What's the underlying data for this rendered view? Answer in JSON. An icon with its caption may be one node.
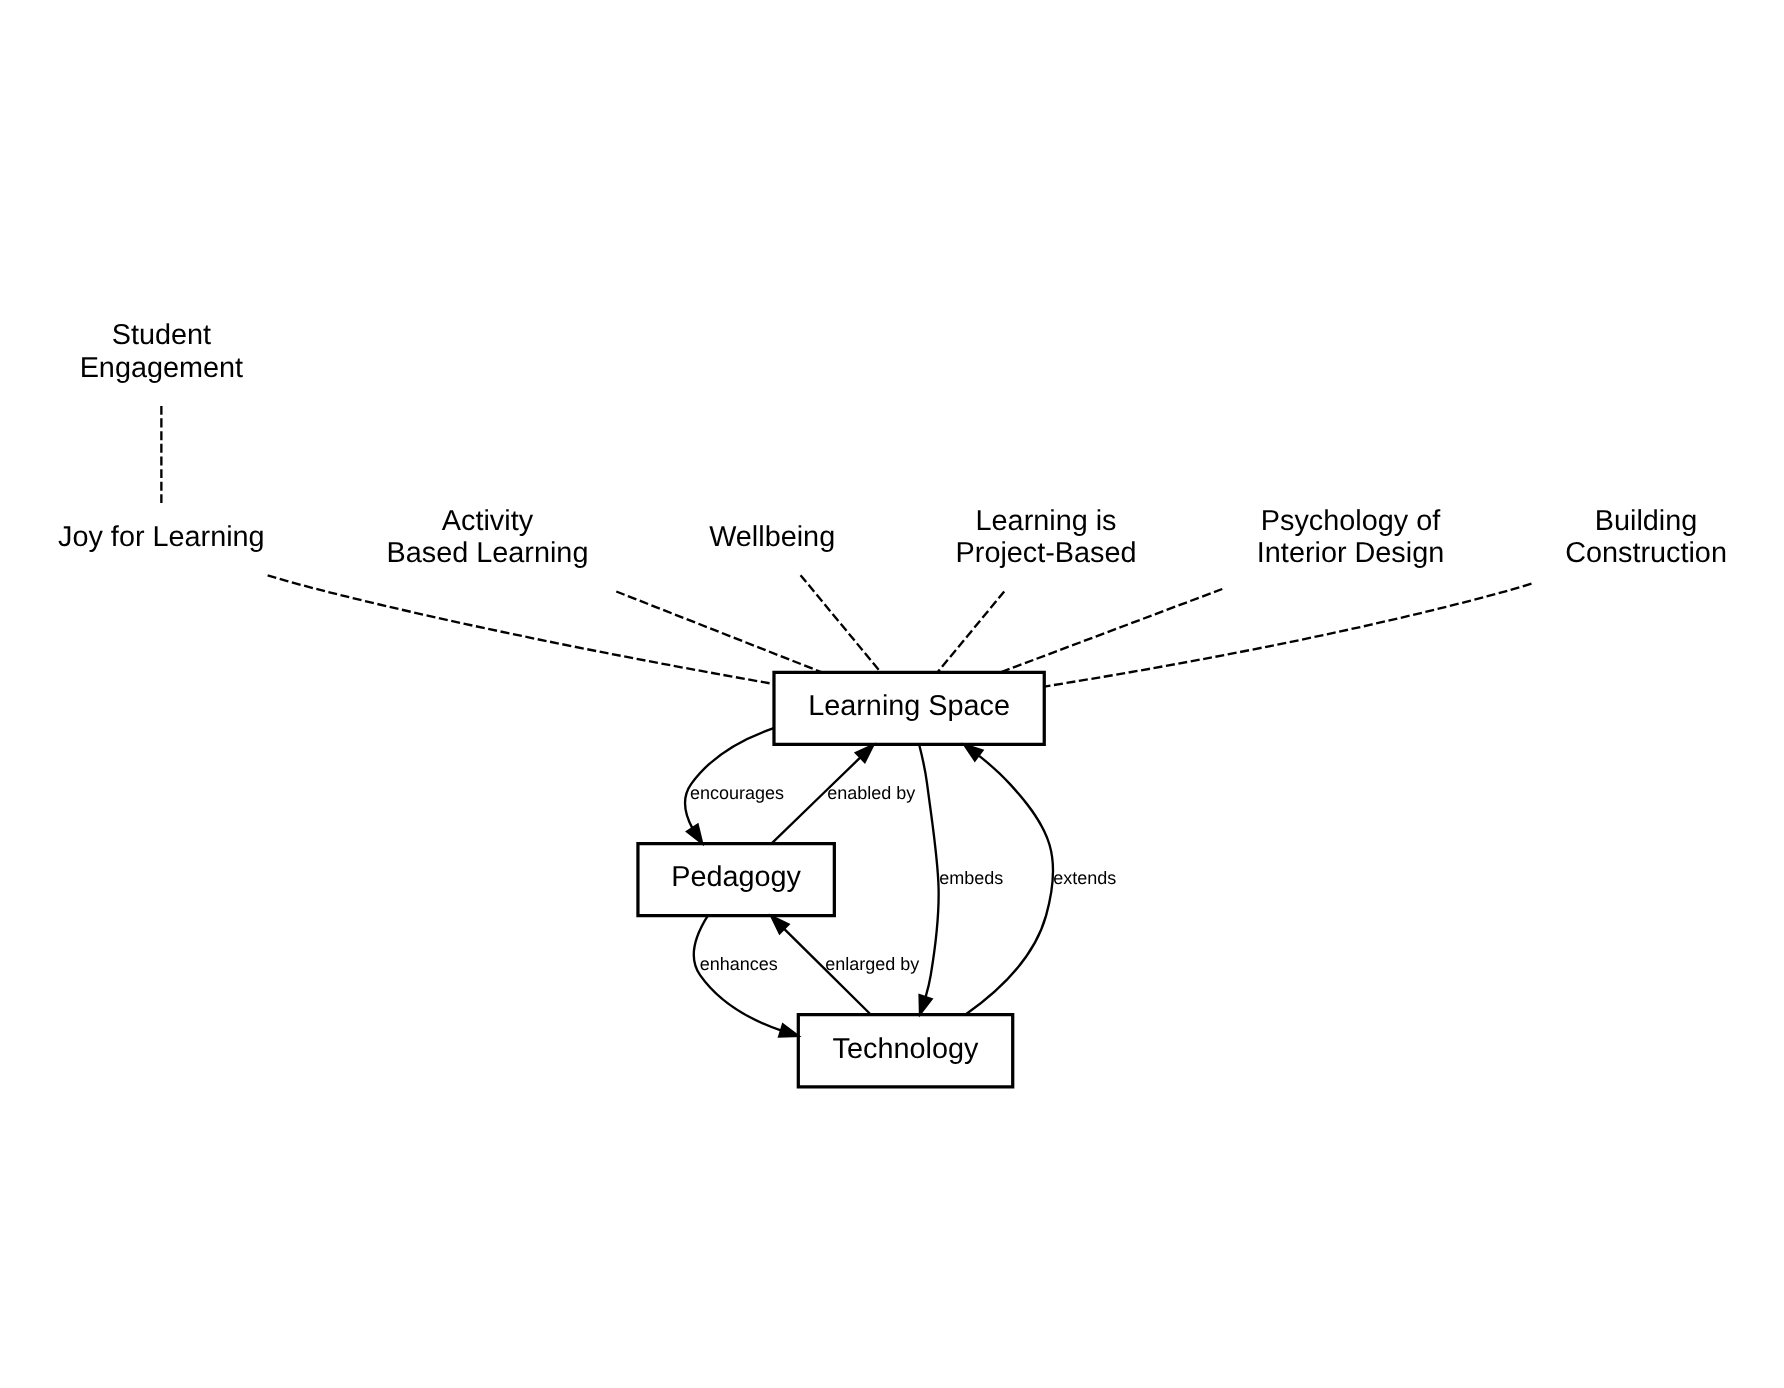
{
  "diagram": {
    "nodes": [
      {
        "text": [
          "Learning Space"
        ]
      },
      {
        "text": [
          "Pedagogy"
        ]
      },
      {
        "text": [
          "Technology"
        ]
      },
      {
        "text": [
          "Student Engagement"
        ]
      },
      {
        "text": [
          "Joy for Learning"
        ]
      },
      {
        "text": [
          "Activity Based Learning"
        ]
      },
      {
        "text": [
          "Wellbeing"
        ]
      },
      {
        "text": [
          "Learning is Project-Based"
        ]
      },
      {
        "text": [
          "Psychology of Interior Design"
        ]
      },
      {
        "text": [
          "Building Construction"
        ]
      }
    ],
    "edges": [
      {
        "from": 3,
        "to": 4,
        "arrow": "none",
        "style": "dashed"
      },
      {
        "from": 4,
        "to": 0,
        "arrow": "none",
        "style": "dashed"
      },
      {
        "from": 5,
        "to": 0,
        "arrow": "none",
        "style": "dashed"
      },
      {
        "from": 6,
        "to": 0,
        "arrow": "none",
        "style": "dashed"
      },
      {
        "from": 7,
        "to": 0,
        "arrow": "none",
        "style": "dashed"
      },
      {
        "from": 8,
        "to": 0,
        "arrow": "none",
        "style": "dashed"
      },
      {
        "from": 9,
        "to": 0,
        "arrow": "none",
        "style": "dashed"
      },
      {
        "from": 0,
        "to": 1,
        "arrow": "to",
        "label": "encourages"
      },
      {
        "from": 1,
        "to": 0,
        "arrow": "to",
        "label": "enabled by"
      },
      {
        "from": 2,
        "to": 0,
        "arrow": "to",
        "label": "extends"
      },
      {
        "from": 0,
        "to": 2,
        "arrow": "to",
        "label": "embeds"
      },
      {
        "from": 1,
        "to": 2,
        "arrow": "to",
        "label": "enhances"
      },
      {
        "from": 2,
        "to": 1,
        "arrow": "to",
        "label": "enlarged by"
      }
    ]
  }
}
